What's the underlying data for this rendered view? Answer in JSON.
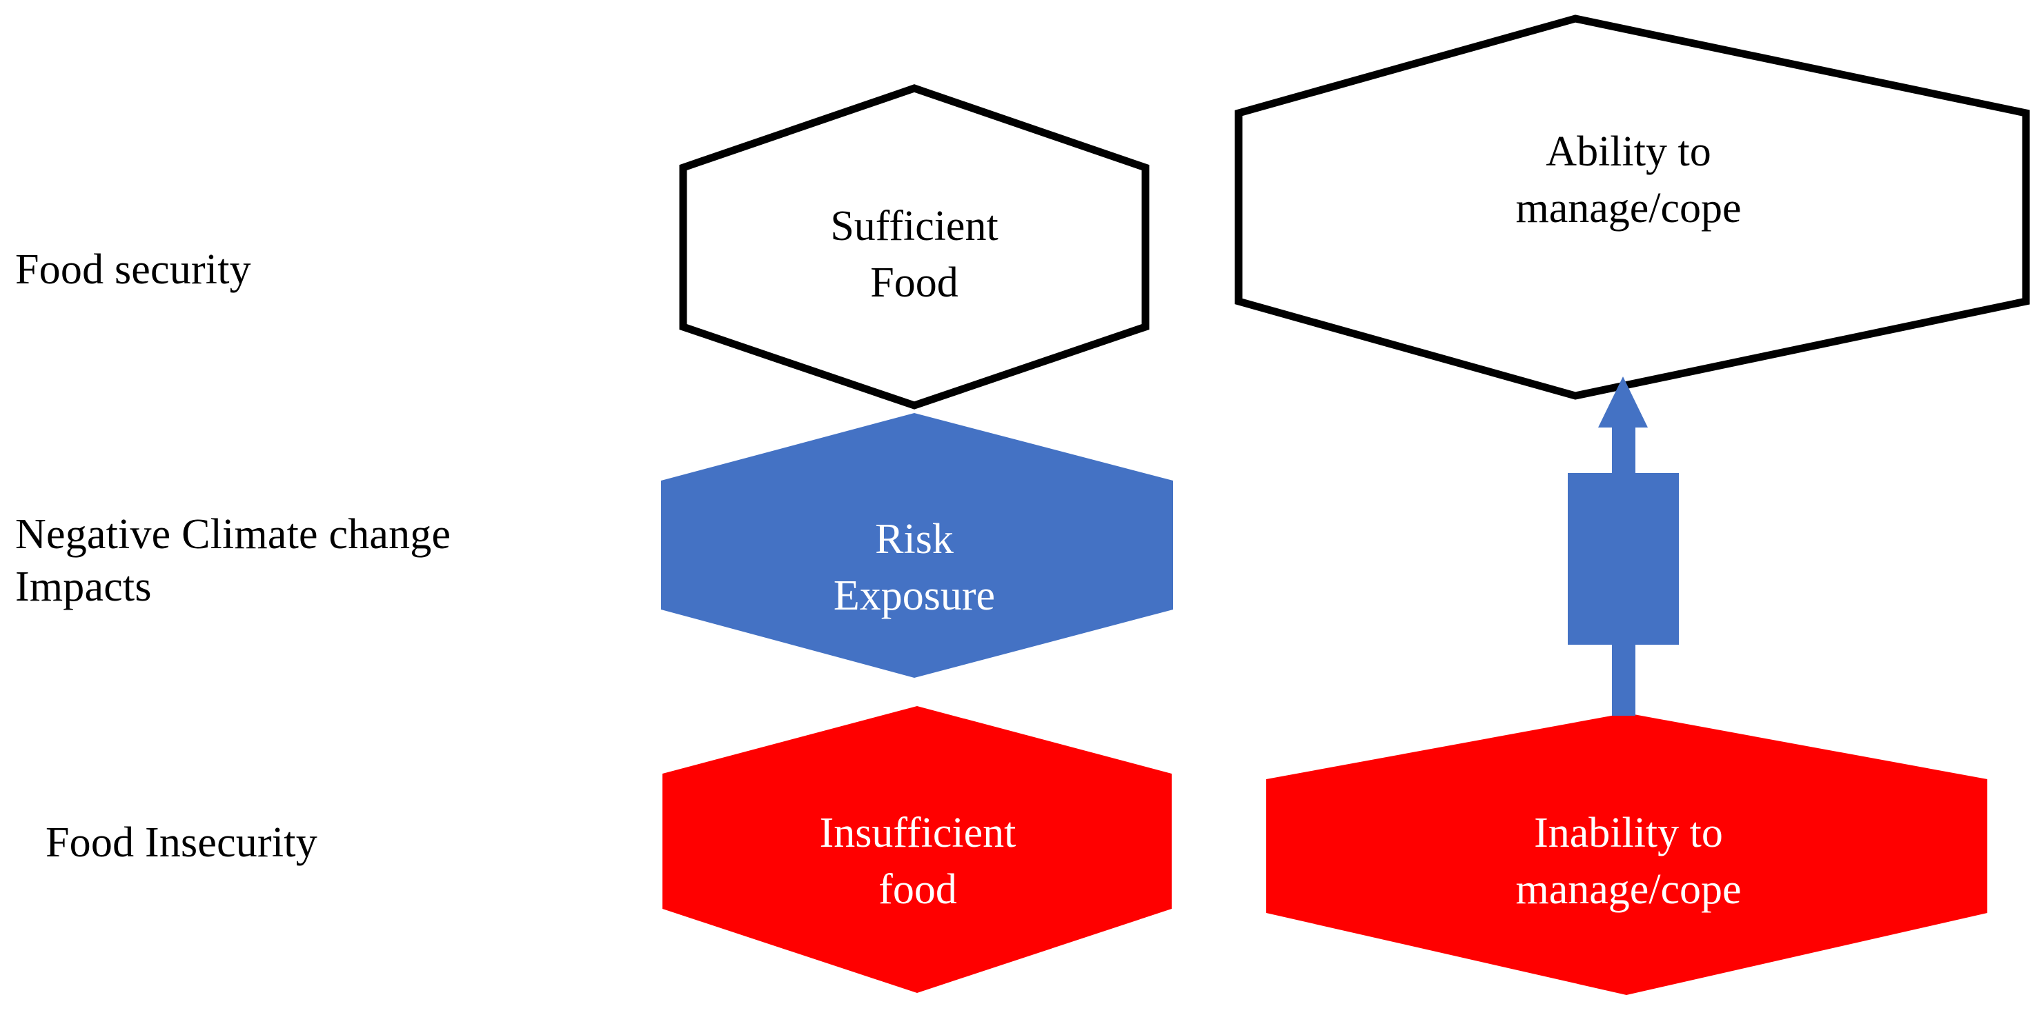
{
  "diagram": {
    "title": "Food security and climate change impacts diagram",
    "background_color": "#FFFFFF",
    "colors": {
      "outline": "#000000",
      "risk_blue": "#4472C4",
      "insecure_red": "#FF0000",
      "text_dark": "#000000",
      "text_light": "#FFFFFF"
    },
    "row_labels": [
      {
        "id": "food-security",
        "text": "Food security"
      },
      {
        "id": "climate-impacts",
        "text": "Negative Climate change\nImpacts"
      },
      {
        "id": "food-insecurity",
        "text": "Food Insecurity"
      }
    ],
    "nodes": [
      {
        "id": "sufficient-food",
        "label": "Sufficient\nFood",
        "shape": "hexagon",
        "fill": "none",
        "stroke": "#000000",
        "text_color": "#000000",
        "column": "left",
        "row": "food-security"
      },
      {
        "id": "ability-to-manage",
        "label": "Ability to\nmanage/cope",
        "shape": "hexagon",
        "fill": "none",
        "stroke": "#000000",
        "text_color": "#000000",
        "column": "right",
        "row": "food-security"
      },
      {
        "id": "risk-exposure",
        "label": "Risk\nExposure",
        "shape": "hexagon",
        "fill": "#4472C4",
        "stroke": "none",
        "text_color": "#FFFFFF",
        "column": "left",
        "row": "climate-impacts"
      },
      {
        "id": "insufficient-food",
        "label": "Insufficient\nfood",
        "shape": "hexagon",
        "fill": "#FF0000",
        "stroke": "none",
        "text_color": "#FFFFFF",
        "column": "left",
        "row": "food-insecurity"
      },
      {
        "id": "inability-to-manage",
        "label": "Inability to\nmanage/cope",
        "shape": "hexagon",
        "fill": "#FF0000",
        "stroke": "none",
        "text_color": "#FFFFFF",
        "column": "right",
        "row": "food-insecurity"
      }
    ],
    "connectors": [
      {
        "id": "coping-arrow",
        "shape": "up-arrow-with-block",
        "color": "#4472C4",
        "from": "inability-to-manage",
        "to": "ability-to-manage",
        "direction": "up"
      }
    ]
  }
}
